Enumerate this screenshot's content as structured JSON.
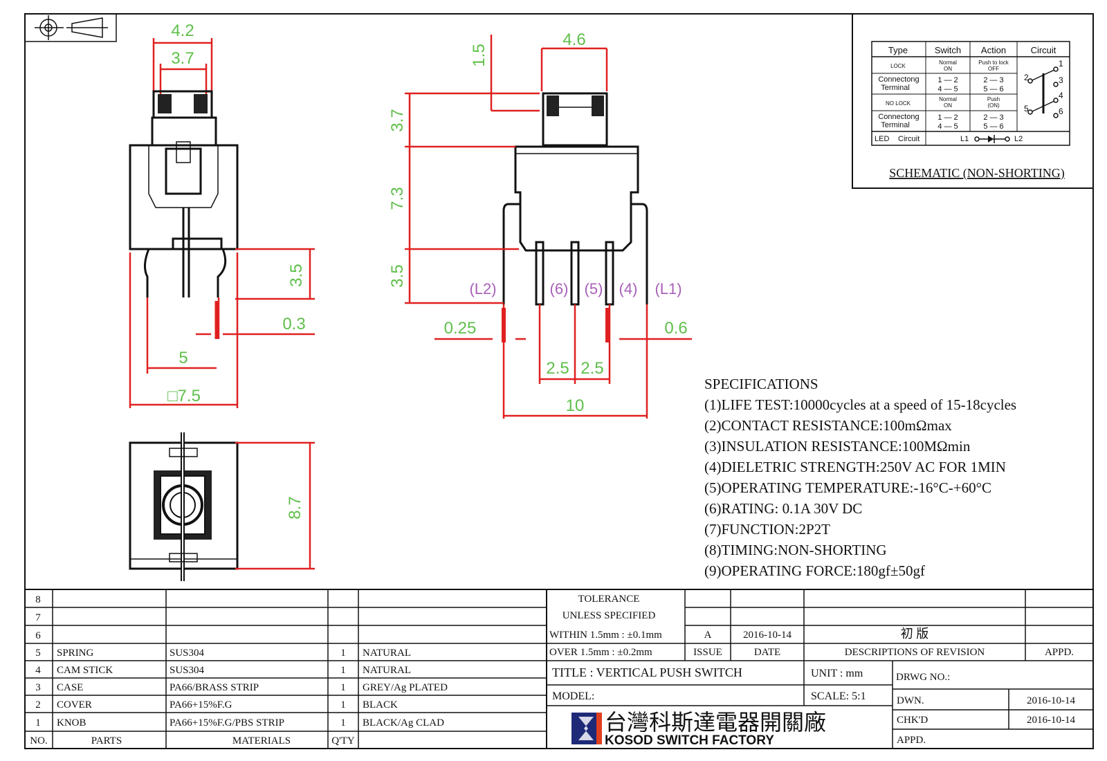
{
  "dimensions": {
    "d4_2": "4.2",
    "d3_7a": "3.7",
    "d3_5a": "3.5",
    "d0_3": "0.3",
    "d5": "5",
    "d7_5": "□7.5",
    "d8_7": "8.7",
    "d1_5": "1.5",
    "d4_6": "4.6",
    "d3_7b": "3.7",
    "d7_3": "7.3",
    "d3_5b": "3.5",
    "d0_25": "0.25",
    "d0_6": "0.6",
    "d2_5a": "2.5",
    "d2_5b": "2.5",
    "d10": "10"
  },
  "pins": {
    "l2": "(L2)",
    "p6": "(6)",
    "p5": "(5)",
    "p4": "(4)",
    "l1": "(L1)"
  },
  "schematic": {
    "title": "SCHEMATIC (NON-SHORTING)",
    "h_type": "Type",
    "h_switch": "Switch",
    "h_action": "Action",
    "h_circuit": "Circuit",
    "lock": "LOCK",
    "lock_sw1": "Normal",
    "lock_sw2": "ON",
    "lock_act1": "Push to lock",
    "lock_act2": "OFF",
    "conn1a": "Connectong",
    "conn1b": "Terminal",
    "conn1_sw1": "1 — 2",
    "conn1_sw2": "4 — 5",
    "conn1_act1": "2 — 3",
    "conn1_act2": "5 — 6",
    "nolock": "NO LOCK",
    "nolock_sw1": "Normal",
    "nolock_sw2": "ON",
    "nolock_act1": "Push",
    "nolock_act2": "(ON)",
    "conn2a": "Connectong",
    "conn2b": "Terminal",
    "conn2_sw1": "1 — 2",
    "conn2_sw2": "4 — 5",
    "conn2_act1": "2 — 3",
    "conn2_act2": "5 — 6",
    "led": "LED",
    "circuit": "Circuit",
    "l1": "L1",
    "l2": "L2",
    "n1": "1",
    "n2": "2",
    "n3": "3",
    "n4": "4",
    "n5": "5",
    "n6": "6"
  },
  "specs": {
    "heading": "SPECIFICATIONS",
    "items": [
      "(1)LIFE TEST:10000cycles at a speed of 15-18cycles",
      "(2)CONTACT RESISTANCE:100mΩmax",
      "(3)INSULATION RESISTANCE:100MΩmin",
      "(4)DIELETRIC STRENGTH:250V AC FOR 1MIN",
      "(5)OPERATING TEMPERATURE:-16°C-+60°C",
      "(6)RATING: 0.1A 30V DC",
      "(7)FUNCTION:2P2T",
      "(8)TIMING:NON-SHORTING",
      "(9)OPERATING FORCE:180gf±50gf"
    ]
  },
  "bom": {
    "rows": [
      {
        "no": "8",
        "part": "",
        "material": "",
        "qty": "",
        "finish": ""
      },
      {
        "no": "7",
        "part": "",
        "material": "",
        "qty": "",
        "finish": ""
      },
      {
        "no": "6",
        "part": "",
        "material": "",
        "qty": "",
        "finish": ""
      },
      {
        "no": "5",
        "part": "SPRING",
        "material": "SUS304",
        "qty": "1",
        "finish": "NATURAL"
      },
      {
        "no": "4",
        "part": "CAM STICK",
        "material": "SUS304",
        "qty": "1",
        "finish": "NATURAL"
      },
      {
        "no": "3",
        "part": "CASE",
        "material": "PA66/BRASS STRIP",
        "qty": "1",
        "finish": "GREY/Ag PLATED"
      },
      {
        "no": "2",
        "part": "COVER",
        "material": "PA66+15%F.G",
        "qty": "1",
        "finish": "BLACK"
      },
      {
        "no": "1",
        "part": "KNOB",
        "material": "PA66+15%F.G/PBS STRIP",
        "qty": "1",
        "finish": "BLACK/Ag CLAD"
      }
    ],
    "h_no": "NO.",
    "h_parts": "PARTS",
    "h_materials": "MATERIALS",
    "h_qty": "Q'TY"
  },
  "titleblock": {
    "tol1": "TOLERANCE",
    "tol2": "UNLESS SPECIFIED",
    "tol3": "WITHIN 1.5mm : ±0.1mm",
    "tol4": "OVER 1.5mm : ±0.2mm",
    "rev": "A",
    "rev_date": "2016-10-14",
    "rev_desc": "初 版",
    "h_issue": "ISSUE",
    "h_date": "DATE",
    "h_desc": "DESCRIPTIONS OF REVISION",
    "h_appd": "APPD.",
    "title": "TITLE : VERTICAL PUSH SWITCH",
    "unit": "UNIT : mm",
    "model": "MODEL:",
    "scale": "SCALE: 5:1",
    "drwg": "DRWG NO.:",
    "dwn": "DWN.",
    "dwn_date": "2016-10-14",
    "chkd": "CHK'D",
    "chkd_date": "2016-10-14",
    "appd": "APPD.",
    "company_cn": "台灣科斯達電器開關廠",
    "company_en": "KOSOD SWITCH FACTORY"
  },
  "colors": {
    "dimension": "#5fbf4a",
    "dimline": "#e02020",
    "pin": "#a860b8",
    "outline": "#111111"
  }
}
